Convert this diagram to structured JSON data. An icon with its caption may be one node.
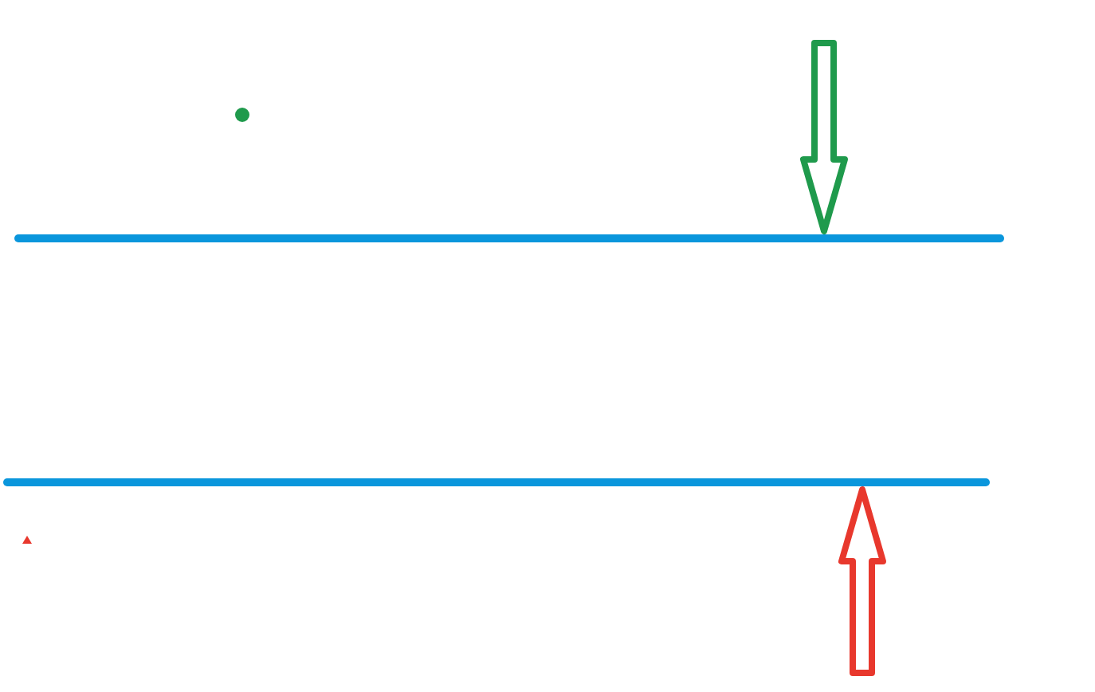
{
  "diagram": {
    "nodes": [
      {
        "text": [],
        "shape": "bar"
      },
      {
        "text": [],
        "shape": "bar"
      }
    ],
    "edges": [
      {
        "from": null,
        "to": 0,
        "arrow": "to",
        "color": "#1f9a4c"
      },
      {
        "from": null,
        "to": 1,
        "arrow": "to",
        "color": "#e8382d"
      }
    ]
  }
}
